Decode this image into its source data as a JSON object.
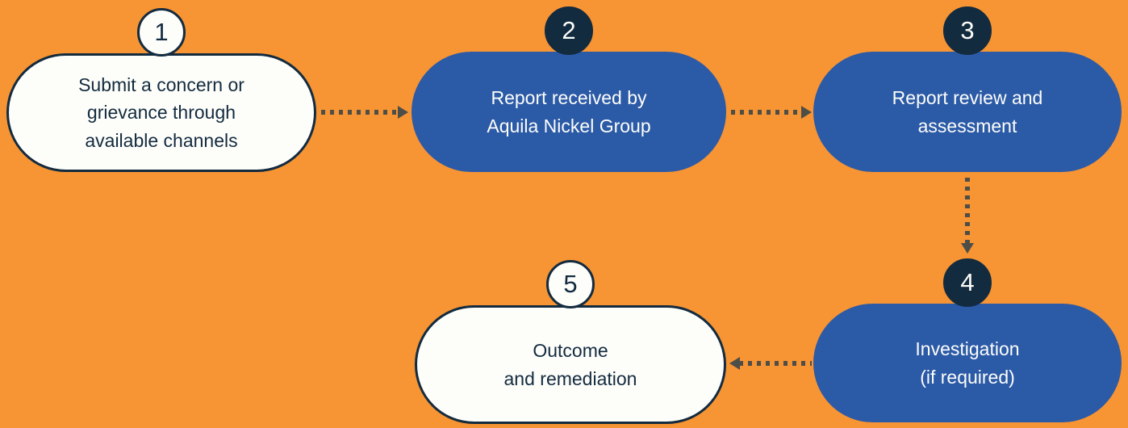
{
  "diagram": {
    "type": "flowchart",
    "steps": [
      {
        "number": "1",
        "label": "Submit a concern or\ngrievance through\navailable channels",
        "style": "light"
      },
      {
        "number": "2",
        "label": "Report received by\nAquila Nickel Group",
        "style": "dark"
      },
      {
        "number": "3",
        "label": "Report review and\nassessment",
        "style": "dark"
      },
      {
        "number": "4",
        "label": "Investigation\n(if required)",
        "style": "dark"
      },
      {
        "number": "5",
        "label": "Outcome\nand remediation",
        "style": "light"
      }
    ],
    "flow": [
      "1 -> 2",
      "2 -> 3",
      "3 -> 4",
      "4 -> 5"
    ],
    "colors": {
      "background": "#f79433",
      "step_blue": "#2b5aa7",
      "badge_navy": "#132b3f",
      "card_white": "#fdfdfa",
      "text_navy": "#132b3f",
      "arrow": "#4e4e48"
    }
  }
}
